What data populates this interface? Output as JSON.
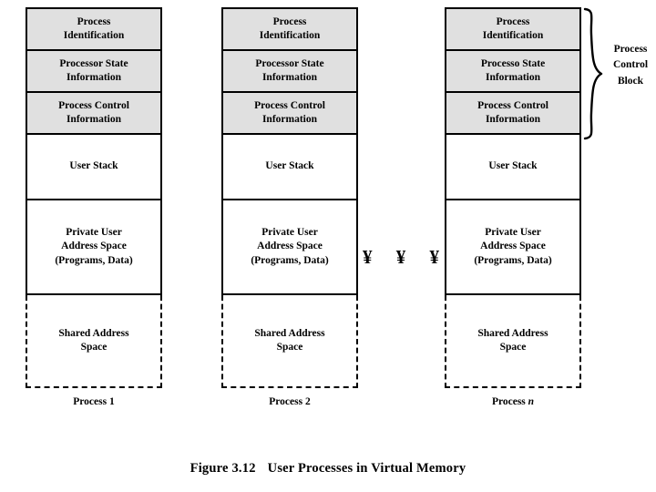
{
  "figure": {
    "caption_number": "Figure 3.12",
    "caption_title": "User Processes in Virtual Memory"
  },
  "annotation": {
    "brace_label_line1": "Process",
    "brace_label_line2": "Control",
    "brace_label_line3": "Block",
    "brace_icon": "curly-brace-icon"
  },
  "ellipsis": {
    "glyph1": "¥",
    "glyph2": "¥",
    "glyph3": "¥"
  },
  "colors": {
    "pcb_fill": "#e0e0e0",
    "region_fill": "#ffffff",
    "stroke": "#000000",
    "background": "#ffffff"
  },
  "columns": [
    {
      "label_prefix": "Process",
      "label_suffix": "1",
      "label_suffix_italic": false,
      "regions": [
        {
          "line1": "Process",
          "line2": "Identification",
          "line3": "",
          "shaded": true,
          "dashed": false
        },
        {
          "line1": "Processor State",
          "line2": "Information",
          "line3": "",
          "shaded": true,
          "dashed": false
        },
        {
          "line1": "Process Control",
          "line2": "Information",
          "line3": "",
          "shaded": true,
          "dashed": false
        },
        {
          "line1": "User Stack",
          "line2": "",
          "line3": "",
          "shaded": false,
          "dashed": false
        },
        {
          "line1": "Private User",
          "line2": "Address Space",
          "line3": "(Programs, Data)",
          "shaded": false,
          "dashed": false
        },
        {
          "line1": "Shared Address",
          "line2": "Space",
          "line3": "",
          "shaded": false,
          "dashed": true
        }
      ]
    },
    {
      "label_prefix": "Process",
      "label_suffix": "2",
      "label_suffix_italic": false,
      "regions": [
        {
          "line1": "Process",
          "line2": "Identification",
          "line3": "",
          "shaded": true,
          "dashed": false
        },
        {
          "line1": "Processor State",
          "line2": "Information",
          "line3": "",
          "shaded": true,
          "dashed": false
        },
        {
          "line1": "Process Control",
          "line2": "Information",
          "line3": "",
          "shaded": true,
          "dashed": false
        },
        {
          "line1": "User Stack",
          "line2": "",
          "line3": "",
          "shaded": false,
          "dashed": false
        },
        {
          "line1": "Private User",
          "line2": "Address Space",
          "line3": "(Programs, Data)",
          "shaded": false,
          "dashed": false
        },
        {
          "line1": "Shared Address",
          "line2": "Space",
          "line3": "",
          "shaded": false,
          "dashed": true
        }
      ]
    },
    {
      "label_prefix": "Process",
      "label_suffix": "n",
      "label_suffix_italic": true,
      "regions": [
        {
          "line1": "Process",
          "line2": "Identification",
          "line3": "",
          "shaded": true,
          "dashed": false
        },
        {
          "line1": "Processo State",
          "line2": "Information",
          "line3": "",
          "shaded": true,
          "dashed": false
        },
        {
          "line1": "Process Control",
          "line2": "Information",
          "line3": "",
          "shaded": true,
          "dashed": false
        },
        {
          "line1": "User Stack",
          "line2": "",
          "line3": "",
          "shaded": false,
          "dashed": false
        },
        {
          "line1": "Private User",
          "line2": "Address Space",
          "line3": "(Programs, Data)",
          "shaded": false,
          "dashed": false
        },
        {
          "line1": "Shared Address",
          "line2": "Space",
          "line3": "",
          "shaded": false,
          "dashed": true
        }
      ]
    }
  ]
}
